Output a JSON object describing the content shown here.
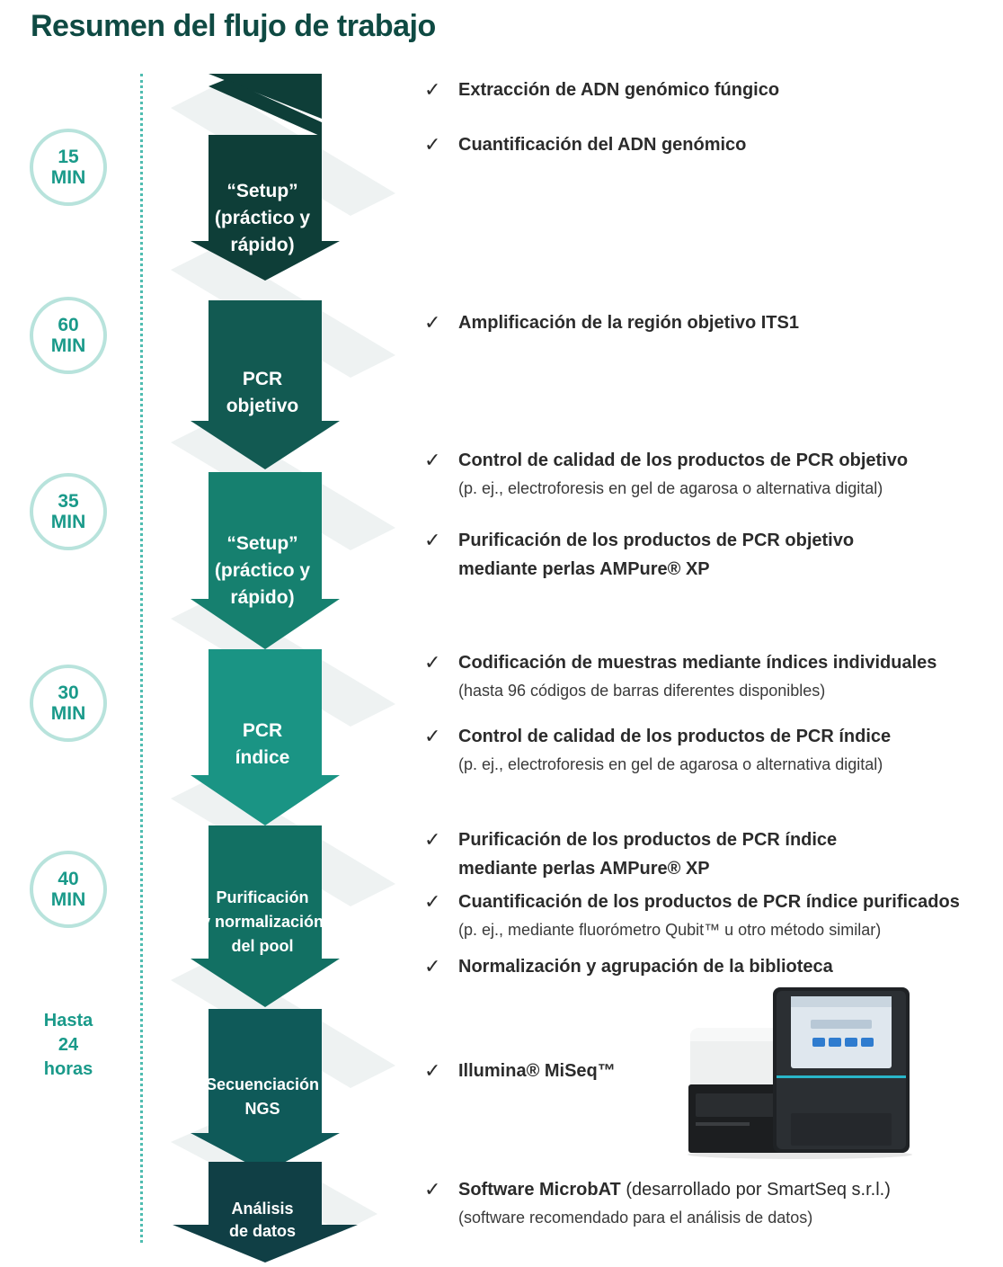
{
  "title": "Resumen del flujo de trabajo",
  "colors": {
    "title": "#0f4a43",
    "accent": "#1a9a8a",
    "circle_border": "#b8e3dc",
    "timeline_dots": "#4fbcb0",
    "stage_colors": [
      "#0e3e38",
      "#125a52",
      "#16806f",
      "#1a9484",
      "#127063",
      "#0f5a59",
      "#103f45"
    ]
  },
  "durations": [
    {
      "value": "15",
      "unit": "MIN"
    },
    {
      "value": "60",
      "unit": "MIN"
    },
    {
      "value": "35",
      "unit": "MIN"
    },
    {
      "value": "30",
      "unit": "MIN"
    },
    {
      "value": "40",
      "unit": "MIN"
    }
  ],
  "last_duration": {
    "line1": "Hasta",
    "line2": "24",
    "line3": "horas"
  },
  "stages": [
    {
      "lines": [
        "“Setup”",
        "(práctico y",
        "rápido)"
      ]
    },
    {
      "lines": [
        "PCR",
        "objetivo"
      ]
    },
    {
      "lines": [
        "“Setup”",
        "(práctico y",
        "rápido)"
      ]
    },
    {
      "lines": [
        "PCR",
        "índice"
      ]
    },
    {
      "lines": [
        "Purificación",
        "y normalización",
        "del pool"
      ]
    },
    {
      "lines": [
        "Secuenciación",
        "NGS"
      ]
    },
    {
      "lines": [
        "Análisis",
        "de datos"
      ]
    }
  ],
  "check_mark": "✓",
  "items": [
    {
      "title": "Extracción de ADN genómico fúngico",
      "note": ""
    },
    {
      "title": "Cuantificación del ADN genómico",
      "note": ""
    },
    {
      "title": "Amplificación de la región objetivo ITS1",
      "note": ""
    },
    {
      "title": "Control de calidad de los productos de PCR objetivo",
      "note": "(p. ej., electroforesis en gel de agarosa o alternativa digital)"
    },
    {
      "title": "Purificación de los productos de PCR objetivo",
      "note2": "mediante perlas AMPure® XP"
    },
    {
      "title": "Codificación de muestras mediante índices individuales",
      "note": "(hasta 96 códigos de barras diferentes disponibles)"
    },
    {
      "title": "Control de calidad de los productos de PCR índice",
      "note": "(p. ej., electroforesis en gel de agarosa o alternativa digital)"
    },
    {
      "title": "Purificación de los productos de PCR índice",
      "note2": "mediante perlas AMPure® XP"
    },
    {
      "title": "Cuantificación de los productos de PCR índice purificados",
      "note": "(p. ej., mediante fluorómetro Qubit™ u otro método similar)"
    },
    {
      "title": "Normalización y agrupación de la biblioteca",
      "note": ""
    },
    {
      "title": "Illumina® MiSeq™",
      "note": ""
    },
    {
      "title": "Software MicrobAT",
      "title_suffix": "(desarrollado por SmartSeq s.r.l.)",
      "note": "(software recomendado para el análisis de datos)"
    }
  ]
}
